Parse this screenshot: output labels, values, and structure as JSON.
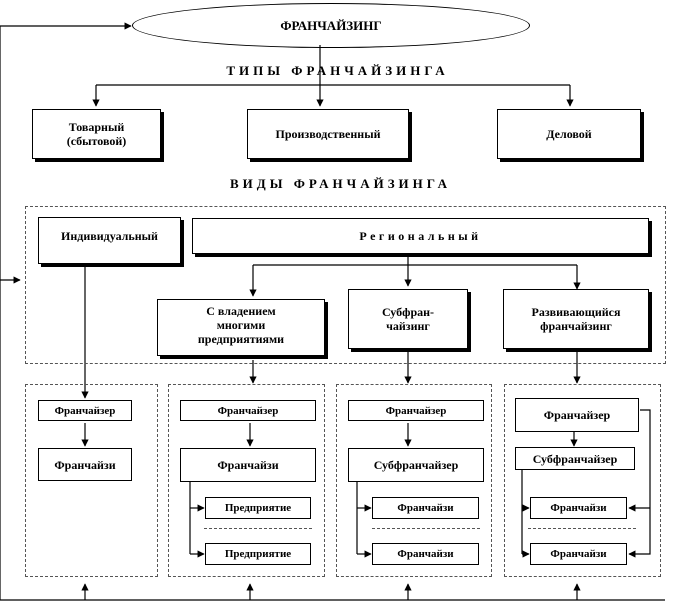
{
  "root": "ФРАНЧАЙЗИНГ",
  "types_heading": "ТИПЫ ФРАНЧАЙЗИНГА",
  "types": [
    "Товарный\n(сбытовой)",
    "Производственный",
    "Деловой"
  ],
  "kinds_heading": "ВИДЫ ФРАНЧАЙЗИНГА",
  "individual": "Индивидуальный",
  "regional": "Региональный",
  "subtypes": [
    "С владением\nмногими\nпредприятиями",
    "Субфран-\nчайзинг",
    "Развивающийся\nфранчайзинг"
  ],
  "columns": [
    {
      "top": "Франчайзер",
      "mid": "Франчайзи"
    },
    {
      "top": "Франчайзер",
      "mid": "Франчайзи",
      "items": [
        "Предприятие",
        "Предприятие"
      ]
    },
    {
      "top": "Франчайзер",
      "mid": "Субфранчайзер",
      "items": [
        "Франчайзи",
        "Франчайзи"
      ]
    },
    {
      "top": "Франчайзер",
      "mid": "Субфранчайзер",
      "items": [
        "Франчайзи",
        "Франчайзи"
      ]
    }
  ]
}
